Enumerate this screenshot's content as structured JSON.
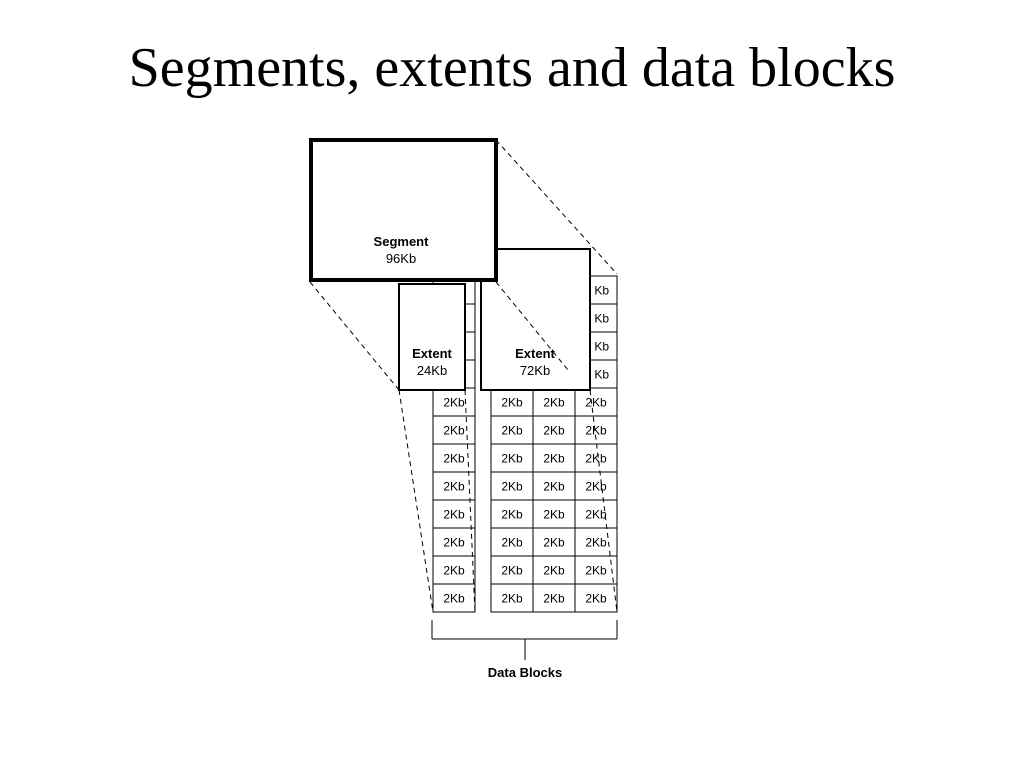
{
  "title": "Segments, extents and data blocks",
  "segment": {
    "label": "Segment",
    "size": "96Kb"
  },
  "extents": [
    {
      "label": "Extent",
      "size": "24Kb"
    },
    {
      "label": "Extent",
      "size": "72Kb"
    }
  ],
  "block_label": "2Kb",
  "partial_block_label": "Kb",
  "data_blocks_label": "Data Blocks",
  "colors": {
    "stroke": "#000000",
    "background": "#ffffff",
    "text": "#000000"
  }
}
